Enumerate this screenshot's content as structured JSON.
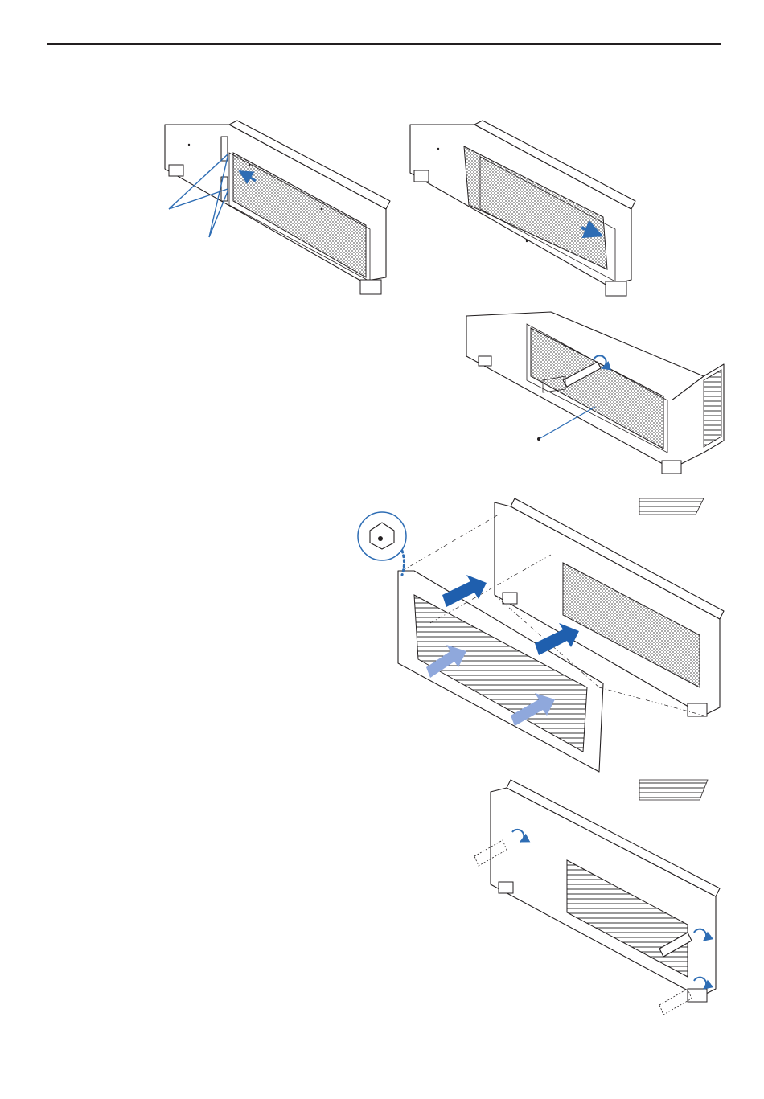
{
  "page": {
    "figures": [
      {
        "name": "remove-filter-step-1",
        "icon": "filter-release-arrows"
      },
      {
        "name": "remove-filter-step-2",
        "icon": "filter-slide-out-arrow"
      },
      {
        "name": "remove-cover-screw-step",
        "icon": "screwdriver-screw"
      },
      {
        "name": "attach-front-cover-step",
        "icon": "front-cover-insert-arrows"
      },
      {
        "name": "tighten-cover-screws-step",
        "icon": "screwdriver-tighten"
      }
    ]
  },
  "colors": {
    "accent": "#1f5fae",
    "accent_light": "#8fa8dc",
    "line": "#231f20"
  }
}
